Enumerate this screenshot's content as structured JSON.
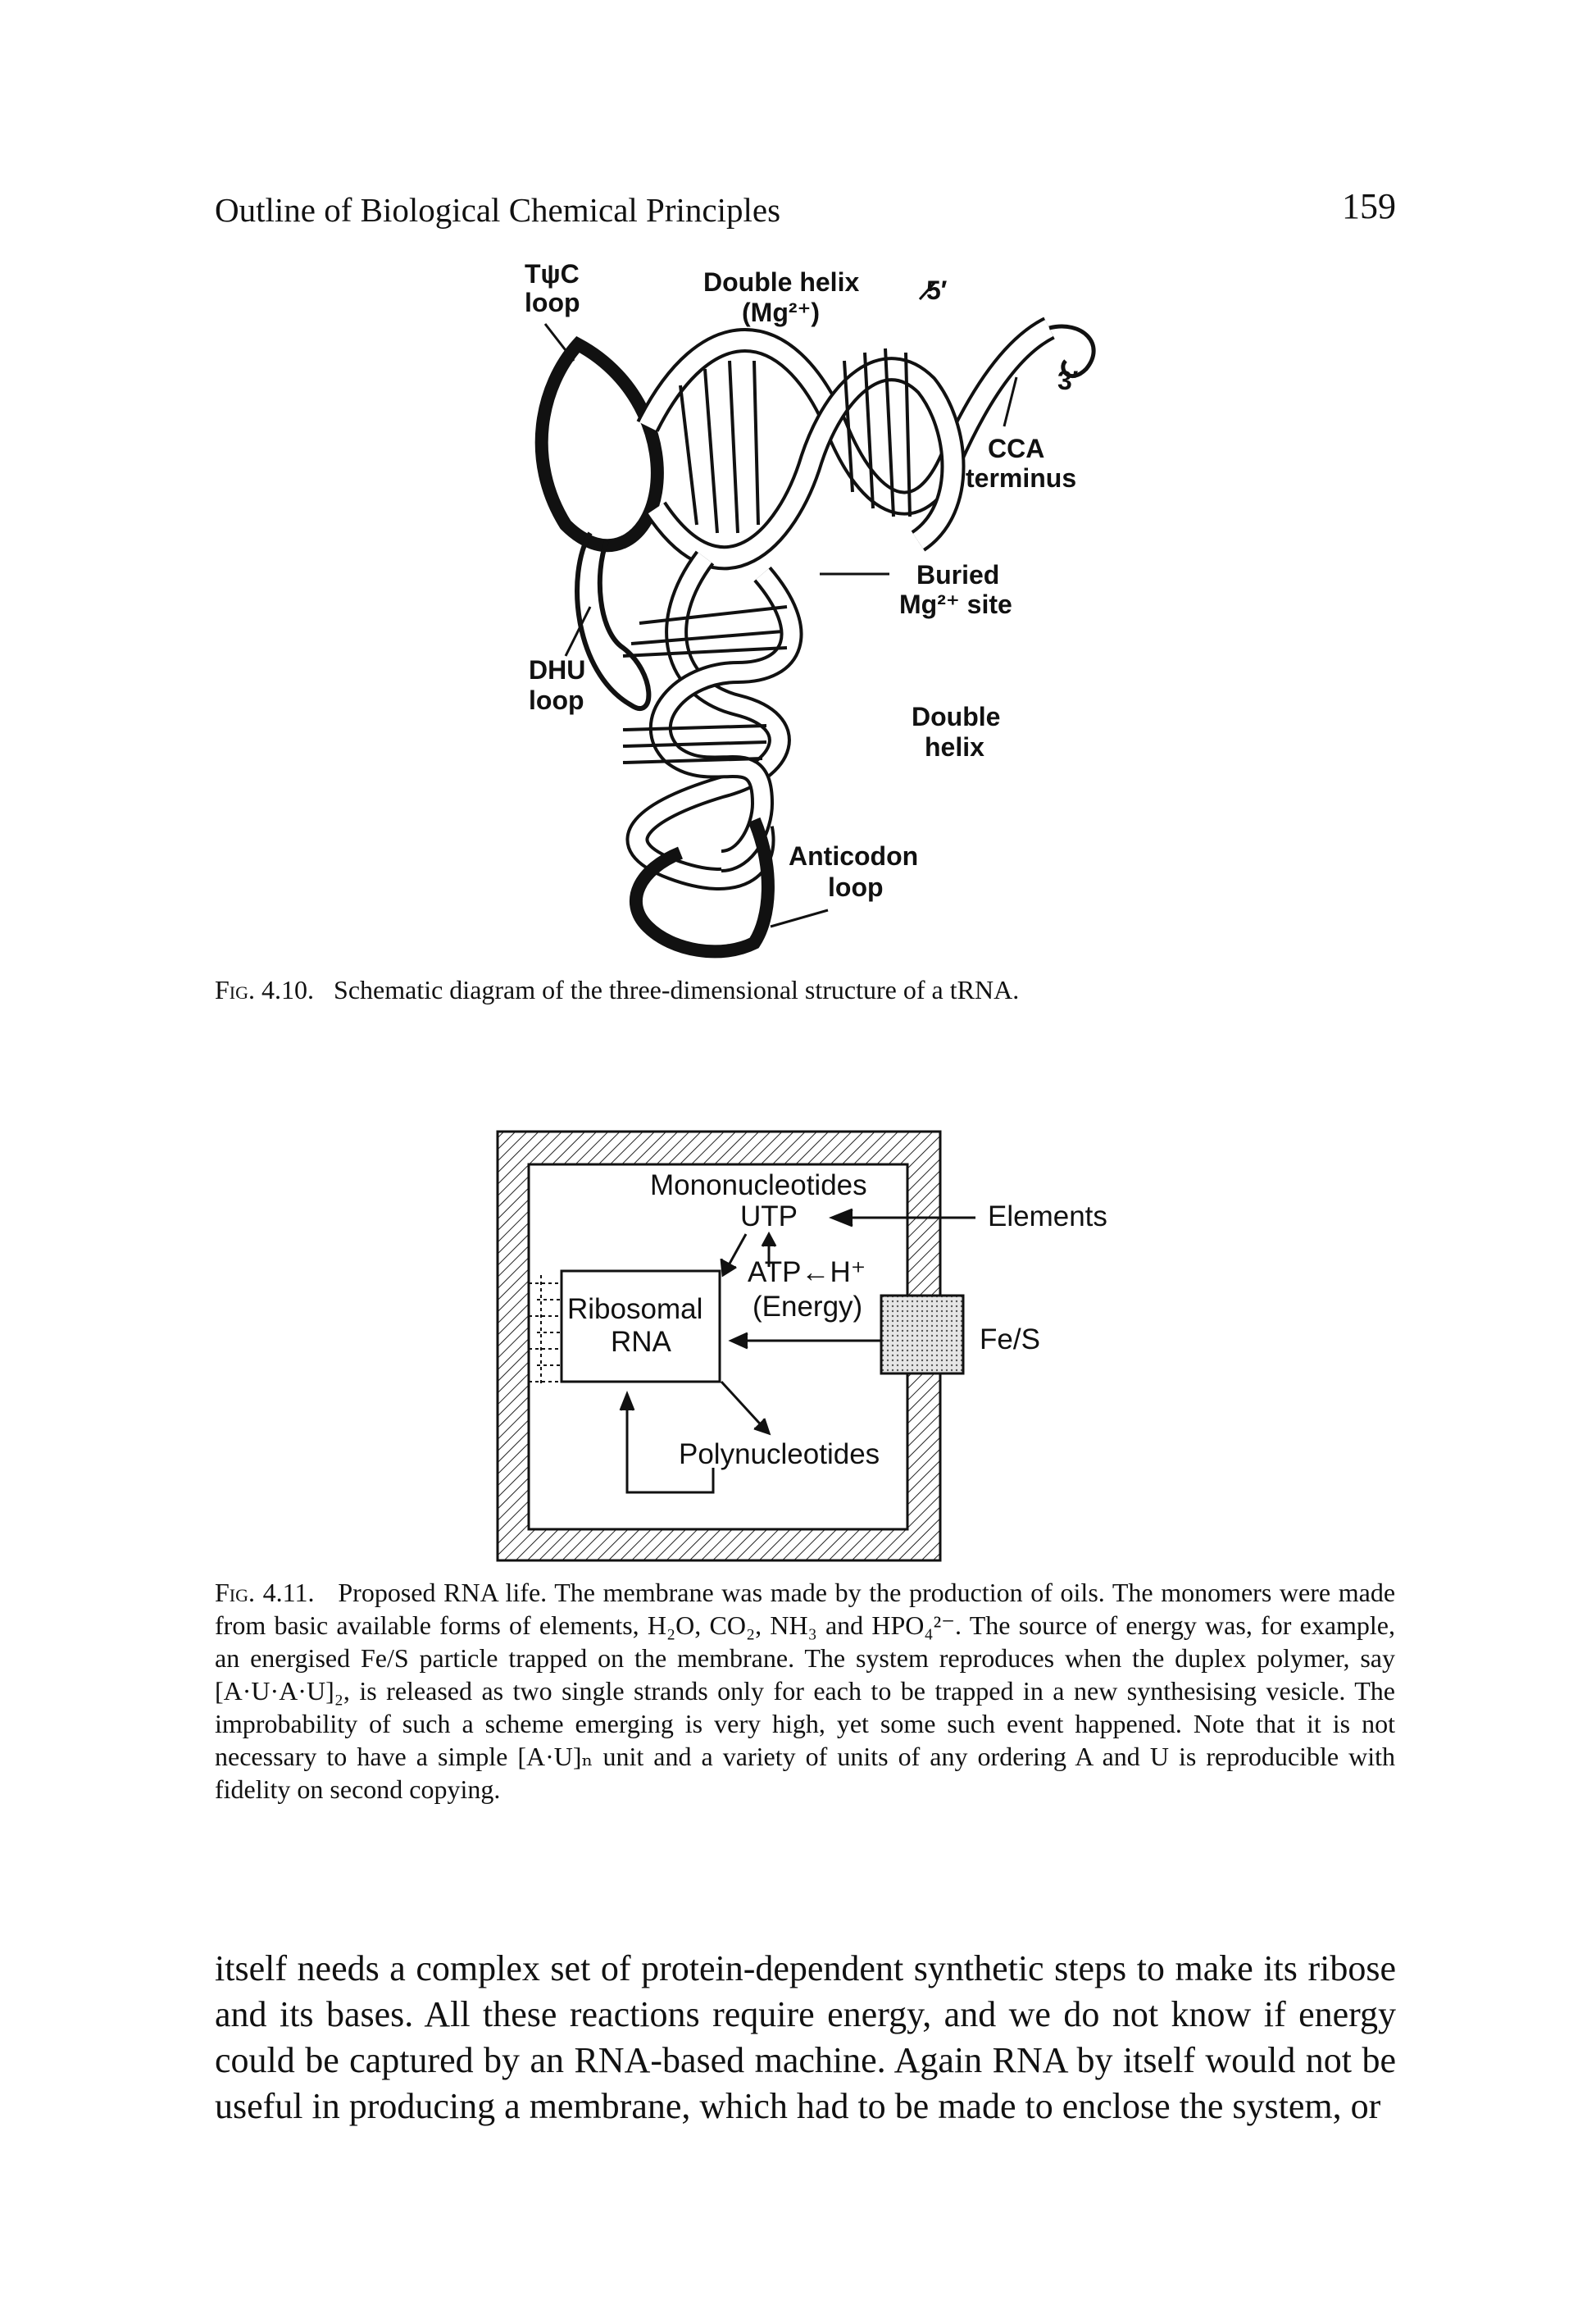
{
  "header": {
    "running_title": "Outline of Biological Chemical Principles",
    "page_number": "159"
  },
  "figure_4_10": {
    "labels": {
      "tpsic_loop_1": "TψC",
      "tpsic_loop_2": "loop",
      "double_helix_top_1": "Double helix",
      "double_helix_top_2": "(Mg²⁺)",
      "five_prime": "5′",
      "three_prime": "3′",
      "cca_1": "CCA",
      "cca_2": "terminus",
      "buried_1": "Buried",
      "buried_2": "Mg²⁺ site",
      "dhu_1": "DHU",
      "dhu_2": "loop",
      "double_helix_mid_1": "Double",
      "double_helix_mid_2": "helix",
      "anticodon_1": "Anticodon",
      "anticodon_2": "loop"
    },
    "caption_label": "Fig. 4.10.",
    "caption_text": "Schematic diagram of the three-dimensional structure of a tRNA."
  },
  "figure_4_11": {
    "labels": {
      "mononucleotides": "Mononucleotides",
      "utp": "UTP",
      "elements": "Elements",
      "atp": "ATP←H⁺",
      "energy": "(Energy)",
      "ribosomal": "Ribosomal",
      "rna": "RNA",
      "fes": "Fe/S",
      "polynucleotides": "Polynucleotides"
    },
    "caption_label": "Fig. 4.11.",
    "caption_text": "Proposed RNA life. The membrane was made by the production of oils. The monomers were made from basic available forms of elements, H₂O, CO₂, NH₃ and HPO₄²⁻. The source of energy was, for example, an energised Fe/S particle trapped on the membrane. The system reproduces when the duplex polymer, say [A·U·A·U]₂, is released as two single strands only for each to be trapped in a new synthesising vesicle. The improbability of such a scheme emerging is very high, yet some such event happened. Note that it is not necessary to have a simple [A·U]ₙ unit and a variety of units of any ordering A and U is reproducible with fidelity on second copying."
  },
  "body": {
    "paragraph": "itself needs a complex set of protein-dependent synthetic steps to make its ribose and its bases. All these reactions require energy, and we do not know if energy could be captured by an RNA-based machine. Again RNA by itself would not be useful in producing a membrane, which had to be made to enclose the system, or"
  }
}
